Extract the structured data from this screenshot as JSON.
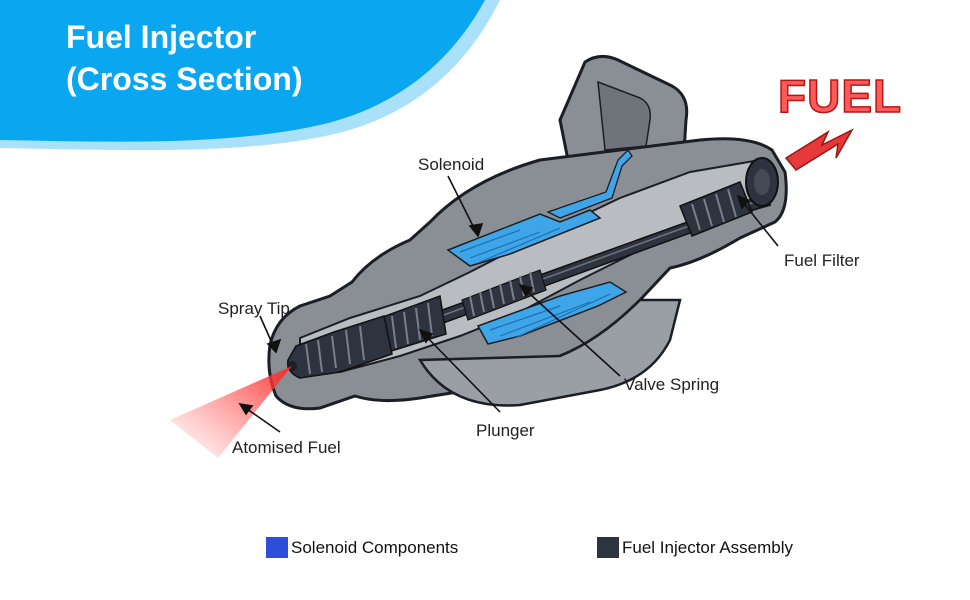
{
  "title": {
    "line1": "Fuel Injector",
    "line2": "(Cross Section)"
  },
  "inlet_label": "FUEL",
  "callouts": {
    "solenoid": "Solenoid",
    "fuel_filter": "Fuel Filter",
    "spray_tip": "Spray Tip",
    "valve_spring": "Valve Spring",
    "plunger": "Plunger",
    "atomised_fuel": "Atomised Fuel"
  },
  "legend": [
    {
      "label": "Solenoid Components",
      "color": "#2e4ddb"
    },
    {
      "label": "Fuel Injector Assembly",
      "color": "#2e3340"
    }
  ],
  "colors": {
    "banner": "#0aa6f0",
    "fuel_arrow": "#e8393a",
    "body_gray": "#8a8f96",
    "body_outline": "#1b1e24",
    "solenoid_blue": "#3ea6e8"
  }
}
